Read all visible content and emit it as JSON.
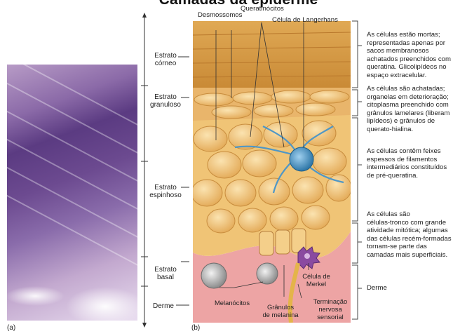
{
  "title_partial": "Camadas da epiderme",
  "panels": {
    "a": "(a)",
    "b": "(b)"
  },
  "layers": [
    {
      "name_line1": "Estrato",
      "name_line2": "córneo"
    },
    {
      "name_line1": "Estrato",
      "name_line2": "granuloso"
    },
    {
      "name_line1": "Estrato",
      "name_line2": "espinhoso"
    },
    {
      "name_line1": "Estrato",
      "name_line2": "basal"
    },
    {
      "name_line1": "Derme",
      "name_line2": ""
    }
  ],
  "top_labels": {
    "desmossomos": "Desmossomos",
    "queratinocitos": "Queratinócitos",
    "langerhans": "Célula de Langerhans"
  },
  "descriptions": [
    [
      "As células estão mortas;",
      "representadas apenas por",
      "sacos membranosos",
      "achatados preenchidos com",
      "queratina. Glicolipídeos no",
      "espaço extracelular."
    ],
    [
      "As células são achatadas;",
      "organelas em deterioração;",
      "citoplasma preenchido com",
      "grânulos lamelares (liberam",
      "lipídeos) e grânulos de",
      "querato-hialina."
    ],
    [
      "As células contêm feixes",
      "espessos de filamentos",
      "intermediários constituídos",
      "de pré-queratina."
    ],
    [
      "As células são",
      "células-tronco com grande",
      "atividade mitótica; algumas",
      "das células recém-formadas",
      "tornam-se parte das",
      "camadas mais superficiais."
    ]
  ],
  "derme_right": "Derme",
  "bottom_labels": {
    "melanocitos": "Melanócitos",
    "granulos": [
      "Grânulos",
      "de melanina"
    ],
    "merkel": [
      "Célula de",
      "Merkel"
    ],
    "terminacao": [
      "Terminação",
      "nervosa",
      "sensorial"
    ]
  },
  "colors": {
    "cornified": "#d9a04a",
    "granular": "#e7b36a",
    "spinous": "#efbf6c",
    "dermis": "#eda4a4",
    "histology": "#6c4a90",
    "langerhans": "#3e8dbf",
    "merkel": "#8a4aa0"
  }
}
